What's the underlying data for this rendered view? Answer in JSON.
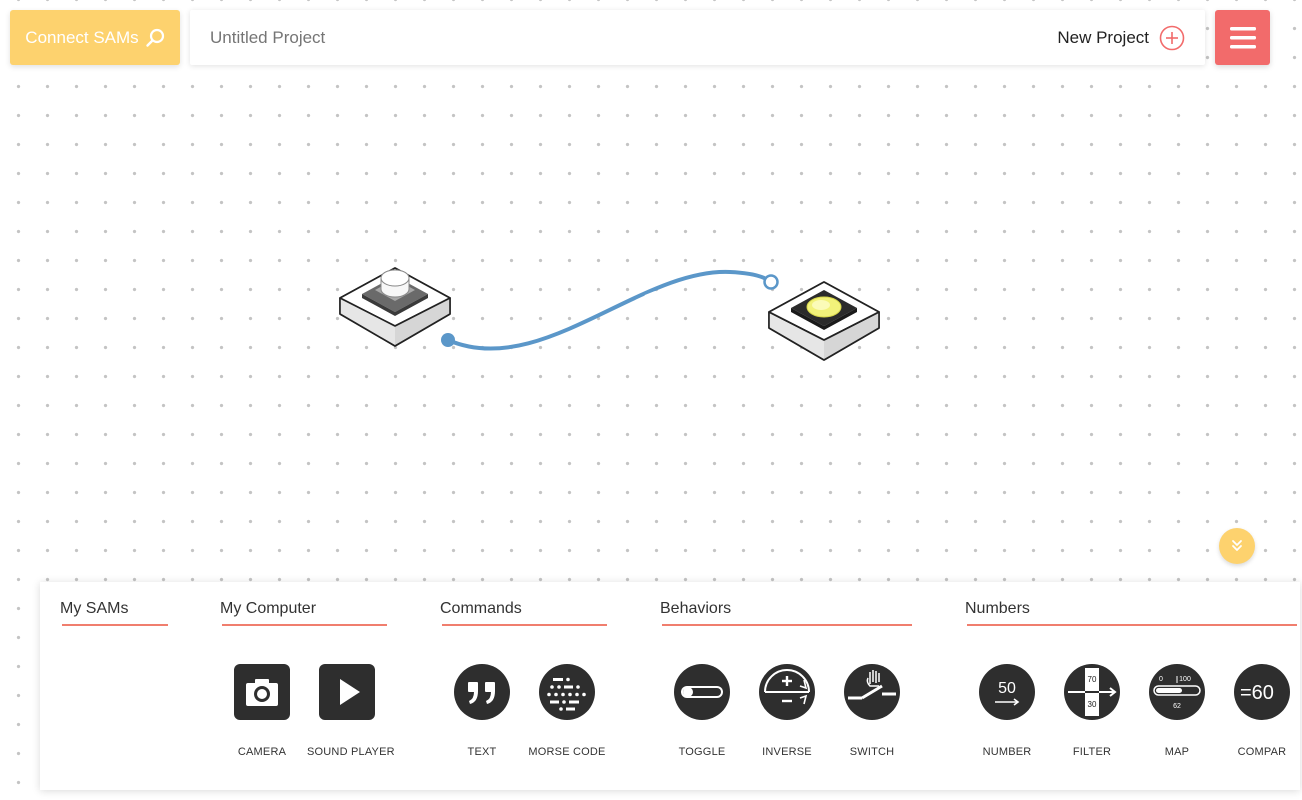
{
  "header": {
    "connect_label": "Connect SAMs",
    "connect_icon": "search-icon",
    "project_name_placeholder": "Untitled Project",
    "new_project_label": "New Project",
    "new_project_icon": "plus-circle-icon",
    "menu_icon": "hamburger-icon",
    "accent_yellow": "#fdd26e",
    "accent_red": "#f26b6b"
  },
  "canvas": {
    "blocks": [
      {
        "name": "button-block",
        "type": "button"
      },
      {
        "name": "light-block",
        "type": "light"
      }
    ],
    "wire_color": "#5b97c9",
    "collapse_icon": "double-chevron-down-icon"
  },
  "palette": {
    "sections": {
      "my_sams": {
        "title": "My SAMs"
      },
      "my_computer": {
        "title": "My Computer",
        "items": [
          {
            "label": "CAMERA",
            "icon": "camera-icon"
          },
          {
            "label": "SOUND PLAYER",
            "icon": "play-icon"
          }
        ]
      },
      "commands": {
        "title": "Commands",
        "items": [
          {
            "label": "TEXT",
            "icon": "quote-icon"
          },
          {
            "label": "MORSE CODE",
            "icon": "morse-code-icon"
          }
        ]
      },
      "behaviors": {
        "title": "Behaviors",
        "items": [
          {
            "label": "TOGGLE",
            "icon": "toggle-icon"
          },
          {
            "label": "INVERSE",
            "icon": "inverse-icon"
          },
          {
            "label": "SWITCH",
            "icon": "switch-icon"
          }
        ]
      },
      "numbers": {
        "title": "Numbers",
        "items": [
          {
            "label": "NUMBER",
            "icon": "number-icon",
            "value": "50"
          },
          {
            "label": "FILTER",
            "icon": "filter-icon",
            "top_value": "70",
            "bottom_value": "30"
          },
          {
            "label": "MAP",
            "icon": "map-icon",
            "min": "0",
            "max": "100",
            "value": "62"
          },
          {
            "label": "COMPAR",
            "icon": "compare-icon",
            "value": "=60"
          }
        ]
      }
    }
  }
}
